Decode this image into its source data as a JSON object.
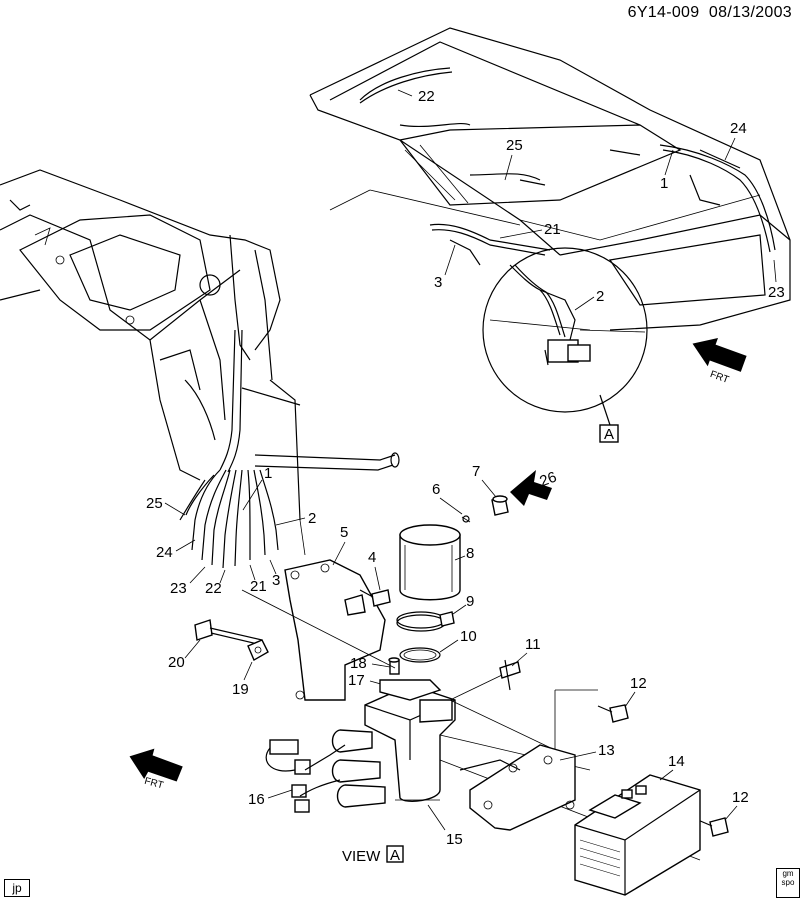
{
  "header": {
    "code": "6Y14-009",
    "date": "08/13/2003"
  },
  "callouts": {
    "c1_top": "1",
    "c2_top": "2",
    "c3_top": "3",
    "c21_top": "21",
    "c22_top": "22",
    "c23_top": "23",
    "c24_top": "24",
    "c25_top": "25",
    "c1": "1",
    "c2": "2",
    "c3": "3",
    "c4": "4",
    "c5": "5",
    "c6": "6",
    "c7": "7",
    "c8": "8",
    "c9": "9",
    "c10": "10",
    "c11": "11",
    "c12a": "12",
    "c12b": "12",
    "c13": "13",
    "c14": "14",
    "c15": "15",
    "c16": "16",
    "c17": "17",
    "c18": "18",
    "c19": "19",
    "c20": "20",
    "c21": "21",
    "c22": "22",
    "c23": "23",
    "c24": "24",
    "c25": "25",
    "c26": "26"
  },
  "view_ref": {
    "box_letter": "A",
    "view_word": "VIEW",
    "view_letter": "A"
  },
  "front_arrows": {
    "label": "FRT"
  },
  "footer": {
    "initials": "jp",
    "logo_text": "gm spo"
  },
  "icons": [
    "front-arrow-icon",
    "gm-spo-logo-icon",
    "view-arrow-icon"
  ]
}
